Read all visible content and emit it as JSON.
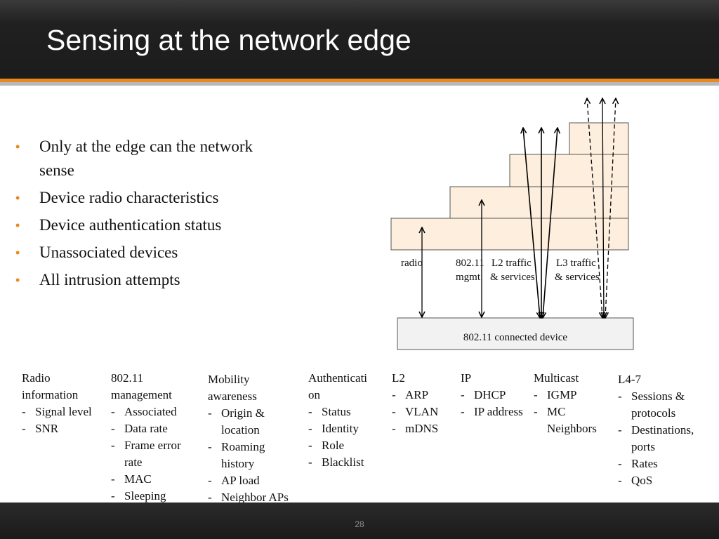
{
  "slide": {
    "title": "Sensing at the network edge",
    "page_number": "28"
  },
  "bullets": [
    "Only at the edge can the network sense",
    "Device radio characteristics",
    "Device authentication status",
    "Unassociated devices",
    "All intrusion attempts"
  ],
  "diagram": {
    "labels": {
      "radio": "radio",
      "mgmt_line1": "802.11",
      "mgmt_line2": "mgmt",
      "l2_line1": "L2 traffic",
      "l2_line2": "& services",
      "l3_line1": "L3 traffic",
      "l3_line2": "& services",
      "device": "802.11 connected device"
    },
    "colors": {
      "layer_fill": "#fdeedd",
      "device_fill": "#f2f2f2",
      "accent": "#e8891d"
    }
  },
  "columns": [
    {
      "title": "Radio\ninformation",
      "items": [
        "Signal level",
        "SNR"
      ]
    },
    {
      "title": "802.11\nmanagement",
      "items": [
        "Associated",
        "Data rate",
        "Frame error rate",
        "MAC",
        "Sleeping"
      ]
    },
    {
      "title": "Mobility\nawareness",
      "items": [
        "Origin & location",
        "Roaming history",
        "AP load",
        "Neighbor APs"
      ]
    },
    {
      "title": "Authenticati\non",
      "items": [
        "Status",
        "Identity",
        "Role",
        "Blacklist"
      ]
    },
    {
      "title": "L2",
      "items": [
        "ARP",
        "VLAN",
        "mDNS"
      ]
    },
    {
      "title": "IP",
      "items": [
        "DHCP",
        "IP address"
      ]
    },
    {
      "title": "Multicast",
      "items": [
        "IGMP",
        "MC Neighbors"
      ]
    },
    {
      "title": "L4-7",
      "items": [
        "Sessions & protocols",
        "Destinations, ports",
        "Rates",
        "QoS"
      ]
    }
  ]
}
